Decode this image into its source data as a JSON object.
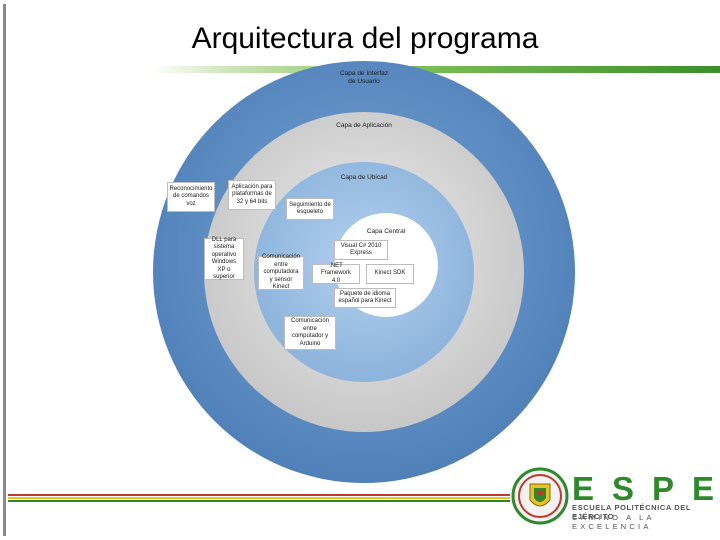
{
  "slide": {
    "title": "Arquitectura del programa"
  },
  "diagram": {
    "layers": [
      {
        "label": "Capa de Interfaz\nde Usuario",
        "color": "#5e8fc6"
      },
      {
        "label": "Capa de Aplicación",
        "color": "#d6d6d6"
      },
      {
        "label": "Capa de Ubicad",
        "color": "#9bbfe2"
      },
      {
        "label": "Capa Central",
        "color": "#ffffff"
      }
    ],
    "boxes": {
      "reconocimiento": "Reconocimiento\nde comandos\nvoz",
      "aplicacion": "Aplicación para\nplataformas de\n32 y 64 bits",
      "seguimiento": "Seguimiento de\nesqueleto",
      "dll": "DLL para\nsistema\noperativo\nWindows\nXP o superior",
      "comunicacion_kinect": "Comunicación\nentre\ncomputadora\ny sensor Kinect",
      "visual": "Visual C# 2010\nExpress",
      "net": ".NET Framework\n4.0",
      "kinect_sdk": "Kinect SDK",
      "paquete": "Paquete de idioma\nespañol para Kinect",
      "comunicacion_arduino": "Comunicación\nentre\ncomputador y\nArduino"
    }
  },
  "logo": {
    "name": "ESPE",
    "subtitle": "ESCUELA POLITÉCNICA DEL EJÉRCITO",
    "motto": "CAMINO A LA EXCELENCIA",
    "colors": {
      "green": "#2d8a2a",
      "yellow": "#e9c227",
      "red": "#c0392b",
      "gray": "#555555"
    }
  }
}
